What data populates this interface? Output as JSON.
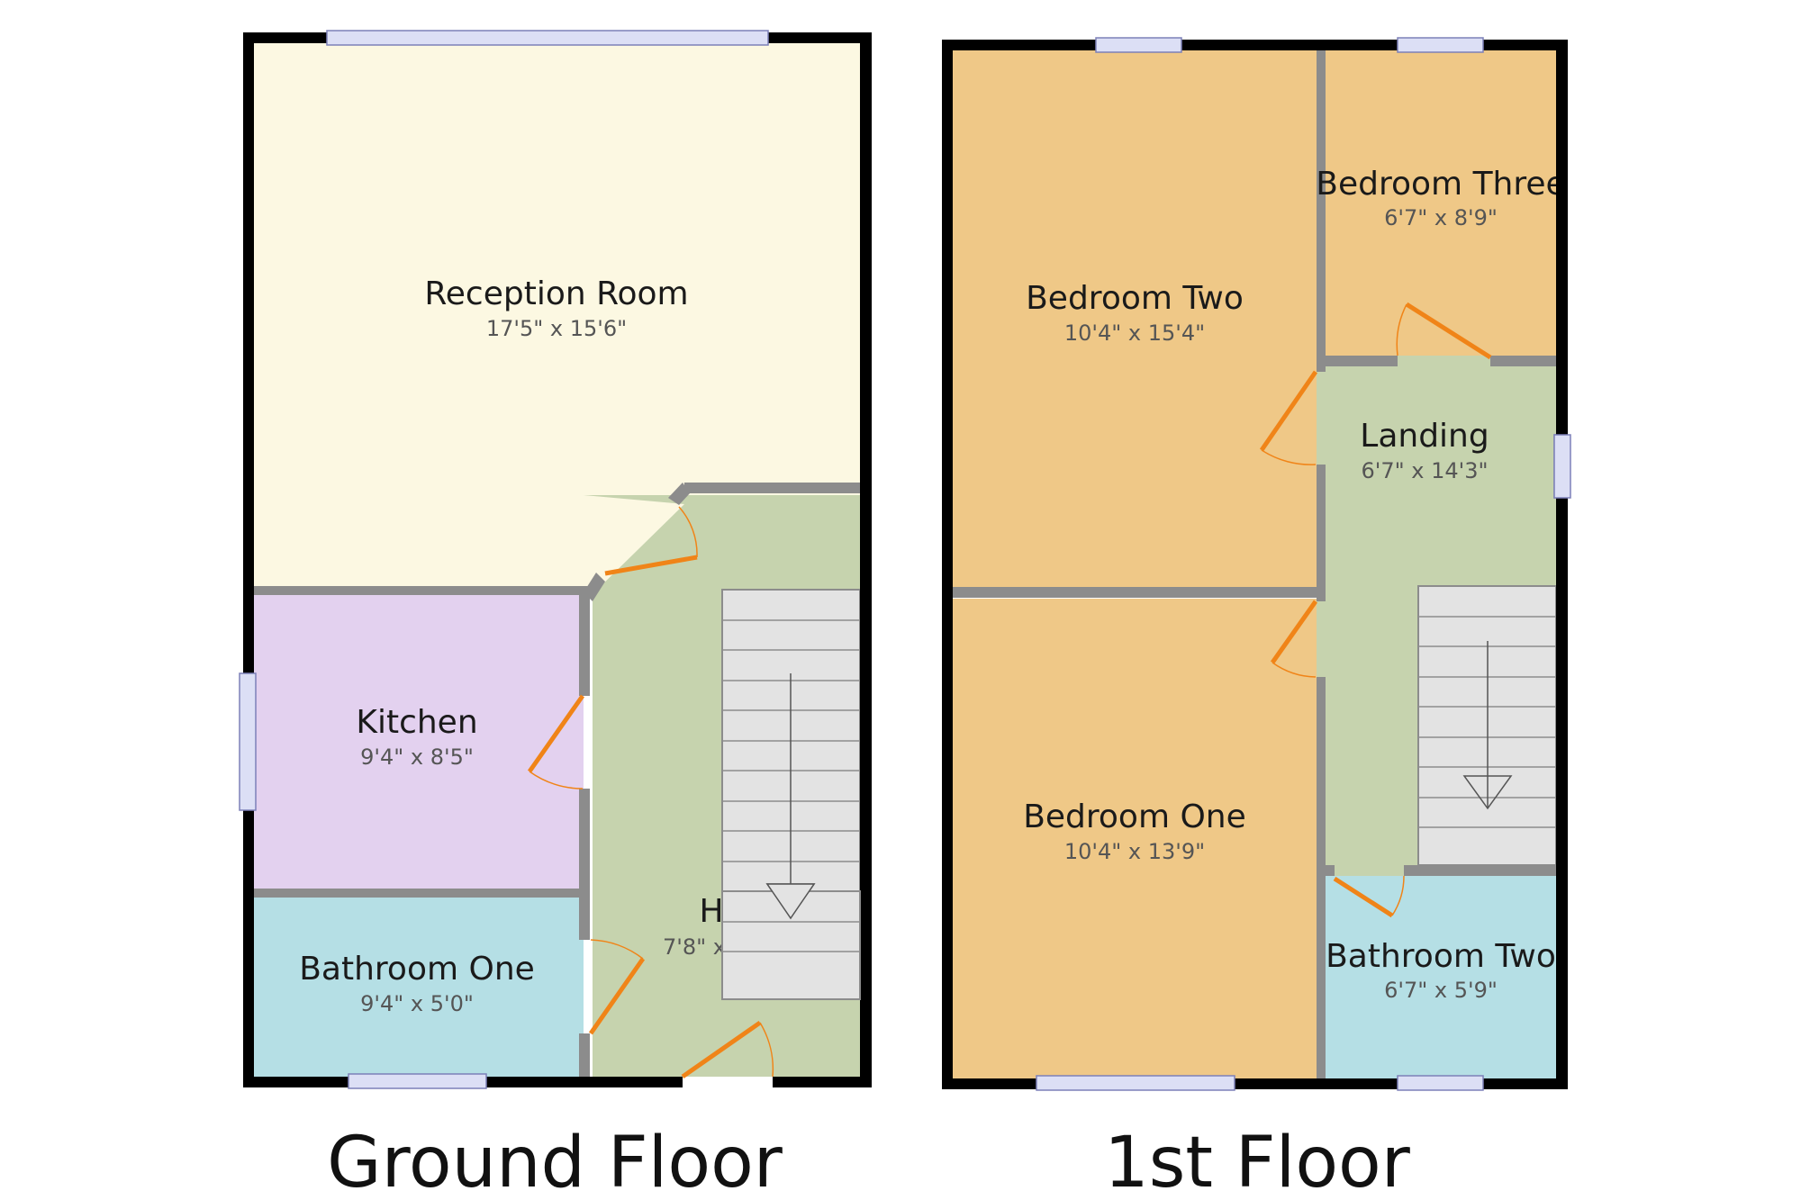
{
  "floors": [
    {
      "title": "Ground Floor",
      "rooms": [
        {
          "name": "Reception Room",
          "dims": "17'5\" x 15'6\""
        },
        {
          "name": "Kitchen",
          "dims": "9'4\" x 8'5\""
        },
        {
          "name": "Bathroom One",
          "dims": "9'4\" x 5'0\""
        },
        {
          "name": "H",
          "dims": "7'8\" x"
        }
      ]
    },
    {
      "title": "1st Floor",
      "rooms": [
        {
          "name": "Bedroom Two",
          "dims": "10'4\" x 15'4\""
        },
        {
          "name": "Bedroom Three",
          "dims": "6'7\" x 8'9\""
        },
        {
          "name": "Landing",
          "dims": "6'7\" x 14'3\""
        },
        {
          "name": "Bedroom One",
          "dims": "10'4\" x 13'9\""
        },
        {
          "name": "Bathroom Two",
          "dims": "6'7\" x 5'9\""
        }
      ]
    }
  ],
  "colors": {
    "reception": "#fcf8e2",
    "kitchen": "#e3d1ef",
    "bathroom": "#b5dfe5",
    "hall": "#c6d3ae",
    "bedroom": "#efc887",
    "wall": "#000000",
    "interior_wall": "#8c8c8c",
    "door": "#f08418",
    "window": "#dcdff5",
    "stairs": "#e3e3e3"
  }
}
